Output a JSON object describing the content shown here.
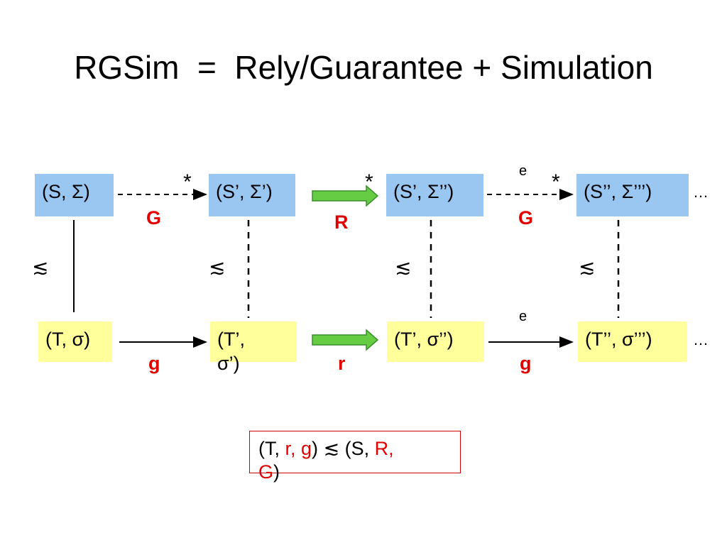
{
  "title": "RGSim  =  Rely/Guarantee + Simulation",
  "top_row": [
    {
      "state": "(S, Σ)"
    },
    {
      "state": "(S’, Σ’)"
    },
    {
      "state": "(S’, Σ’’)"
    },
    {
      "state": "(S’’, Σ’’’)"
    }
  ],
  "bottom_row": [
    {
      "state": "(T, σ)"
    },
    {
      "state_line1": "(T’,",
      "state_line2": "σ’)"
    },
    {
      "state": "(T’, σ’’)"
    },
    {
      "state": "(T’’, σ’’’)"
    }
  ],
  "top_labels": {
    "G1": "G",
    "R": "R",
    "G2": "G",
    "star": "*",
    "e": "e"
  },
  "bottom_labels": {
    "g1": "g",
    "r": "r",
    "g2": "g",
    "e": "e"
  },
  "sim_symbol": "≲",
  "ellipsis": "…",
  "summary": {
    "open": "(T, ",
    "rg": "r, g",
    "mid": ") ≲ (S, ",
    "R": "R,",
    "G": "G",
    "close": ")"
  },
  "colors": {
    "top_box": "#99c7f2",
    "bottom_box": "#ffff9c",
    "label": "#e00000",
    "rely_arrow": "#66cc44"
  }
}
